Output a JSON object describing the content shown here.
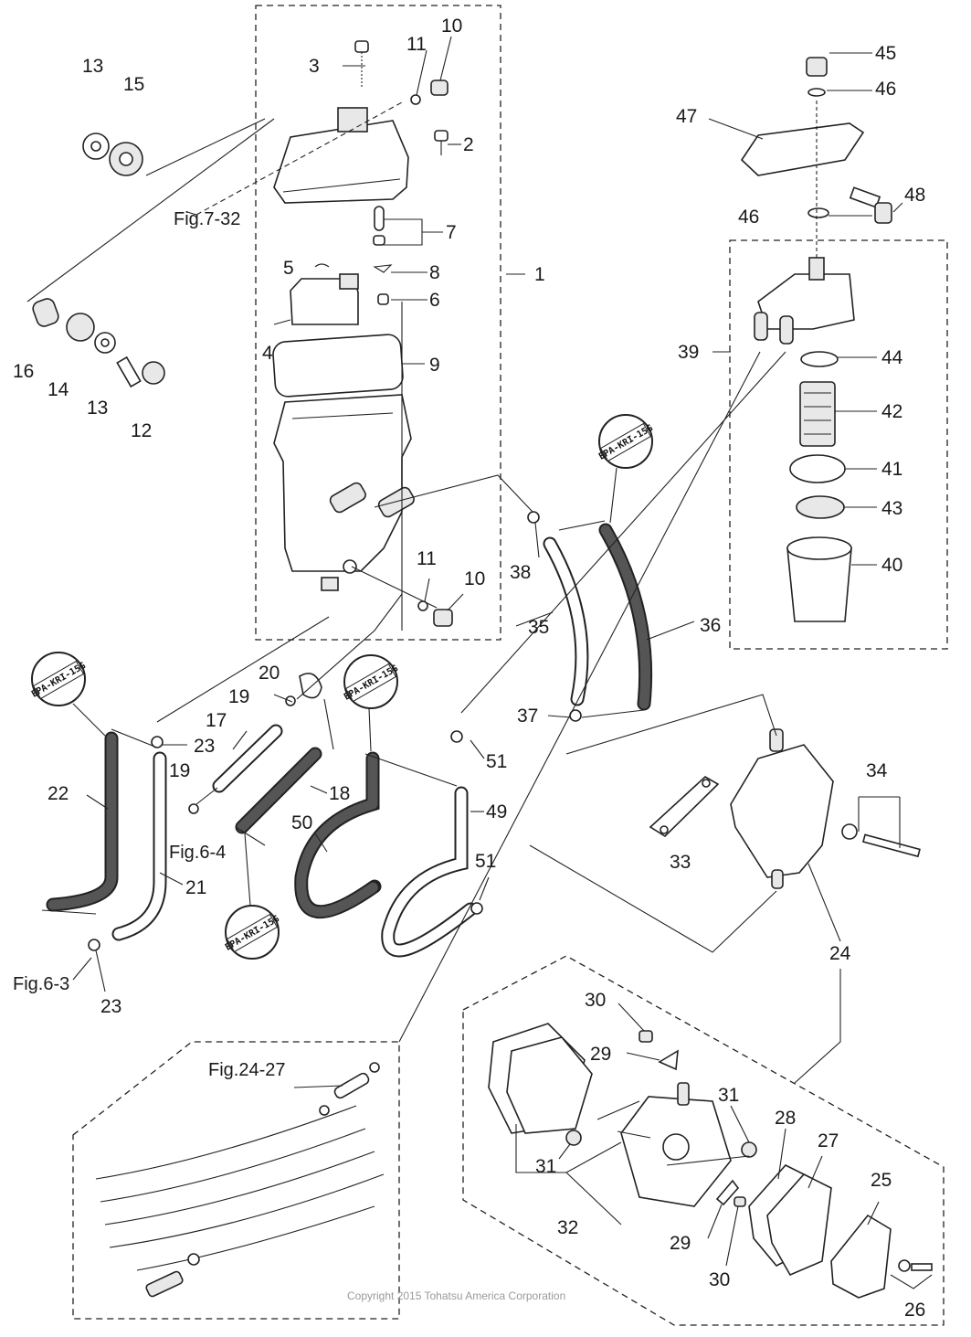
{
  "copyright": "Copyright 2015 Tohatsu America Corporation",
  "stamp_text": "EPA-KRI-15G",
  "part_labels": [
    {
      "id": "1",
      "text": "1"
    },
    {
      "id": "2",
      "text": "2"
    },
    {
      "id": "3",
      "text": "3"
    },
    {
      "id": "4",
      "text": "4"
    },
    {
      "id": "5",
      "text": "5"
    },
    {
      "id": "6",
      "text": "6"
    },
    {
      "id": "7",
      "text": "7"
    },
    {
      "id": "8",
      "text": "8"
    },
    {
      "id": "9",
      "text": "9"
    },
    {
      "id": "10a",
      "text": "10"
    },
    {
      "id": "10b",
      "text": "10"
    },
    {
      "id": "11a",
      "text": "11"
    },
    {
      "id": "11b",
      "text": "11"
    },
    {
      "id": "12",
      "text": "12"
    },
    {
      "id": "13a",
      "text": "13"
    },
    {
      "id": "13b",
      "text": "13"
    },
    {
      "id": "14",
      "text": "14"
    },
    {
      "id": "15",
      "text": "15"
    },
    {
      "id": "16",
      "text": "16"
    },
    {
      "id": "17",
      "text": "17"
    },
    {
      "id": "18",
      "text": "18"
    },
    {
      "id": "19a",
      "text": "19"
    },
    {
      "id": "19b",
      "text": "19"
    },
    {
      "id": "20",
      "text": "20"
    },
    {
      "id": "21",
      "text": "21"
    },
    {
      "id": "22",
      "text": "22"
    },
    {
      "id": "23a",
      "text": "23"
    },
    {
      "id": "23b",
      "text": "23"
    },
    {
      "id": "24",
      "text": "24"
    },
    {
      "id": "25",
      "text": "25"
    },
    {
      "id": "26",
      "text": "26"
    },
    {
      "id": "27",
      "text": "27"
    },
    {
      "id": "28",
      "text": "28"
    },
    {
      "id": "29a",
      "text": "29"
    },
    {
      "id": "29b",
      "text": "29"
    },
    {
      "id": "30a",
      "text": "30"
    },
    {
      "id": "30b",
      "text": "30"
    },
    {
      "id": "31a",
      "text": "31"
    },
    {
      "id": "31b",
      "text": "31"
    },
    {
      "id": "32",
      "text": "32"
    },
    {
      "id": "33",
      "text": "33"
    },
    {
      "id": "34",
      "text": "34"
    },
    {
      "id": "35",
      "text": "35"
    },
    {
      "id": "36",
      "text": "36"
    },
    {
      "id": "37",
      "text": "37"
    },
    {
      "id": "38",
      "text": "38"
    },
    {
      "id": "39",
      "text": "39"
    },
    {
      "id": "40",
      "text": "40"
    },
    {
      "id": "41",
      "text": "41"
    },
    {
      "id": "42",
      "text": "42"
    },
    {
      "id": "43",
      "text": "43"
    },
    {
      "id": "44",
      "text": "44"
    },
    {
      "id": "45",
      "text": "45"
    },
    {
      "id": "46a",
      "text": "46"
    },
    {
      "id": "46b",
      "text": "46"
    },
    {
      "id": "47",
      "text": "47"
    },
    {
      "id": "48",
      "text": "48"
    },
    {
      "id": "49",
      "text": "49"
    },
    {
      "id": "50",
      "text": "50"
    },
    {
      "id": "51a",
      "text": "51"
    },
    {
      "id": "51b",
      "text": "51"
    }
  ],
  "figure_refs": [
    {
      "id": "fig7-32",
      "text": "Fig.7-32"
    },
    {
      "id": "fig6-4",
      "text": "Fig.6-4"
    },
    {
      "id": "fig6-3",
      "text": "Fig.6-3"
    },
    {
      "id": "fig24-27",
      "text": "Fig.24-27"
    }
  ]
}
